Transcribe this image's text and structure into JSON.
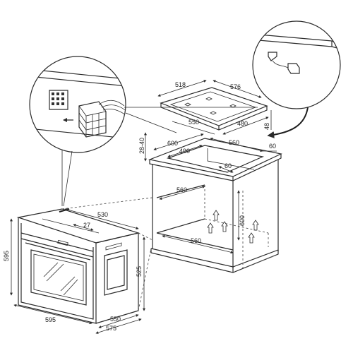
{
  "dimensions": {
    "hob_width_top": "518",
    "hob_depth_top": "576",
    "hob_width_bottom": "550",
    "hob_depth_right": "480",
    "hob_height": "48",
    "cabinet_gap_left": "28-40",
    "cutout_width_outer": "600",
    "cutout_width_inner": "490",
    "cutout_depth": "560",
    "cutout_right": "60",
    "inner_gap": "60",
    "cabinet_inner_width_top": "560",
    "cabinet_height": "600",
    "cabinet_inner_width_bottom": "560",
    "oven_depth_top": "530",
    "oven_panel": "27",
    "oven_height_left": "595",
    "oven_height_inner": "525",
    "oven_width_bottom": "595",
    "oven_depth_bottom_1": "550",
    "oven_depth_bottom_2": "575"
  }
}
